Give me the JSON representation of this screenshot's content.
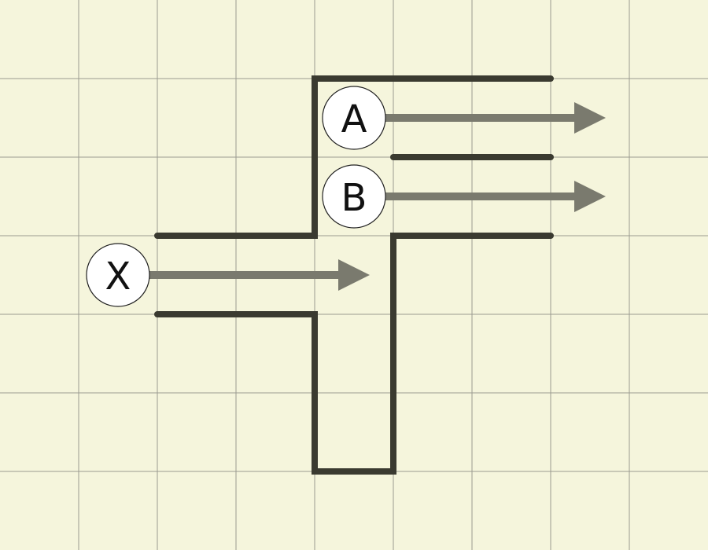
{
  "colors": {
    "background": "#f5f5dc",
    "grid": "#9a9a90",
    "wall": "#3a3a30",
    "arrow": "#7a7a6e",
    "token_fill": "#ffffff"
  },
  "tokens": [
    {
      "id": "X",
      "label": "X"
    },
    {
      "id": "A",
      "label": "A"
    },
    {
      "id": "B",
      "label": "B"
    }
  ]
}
